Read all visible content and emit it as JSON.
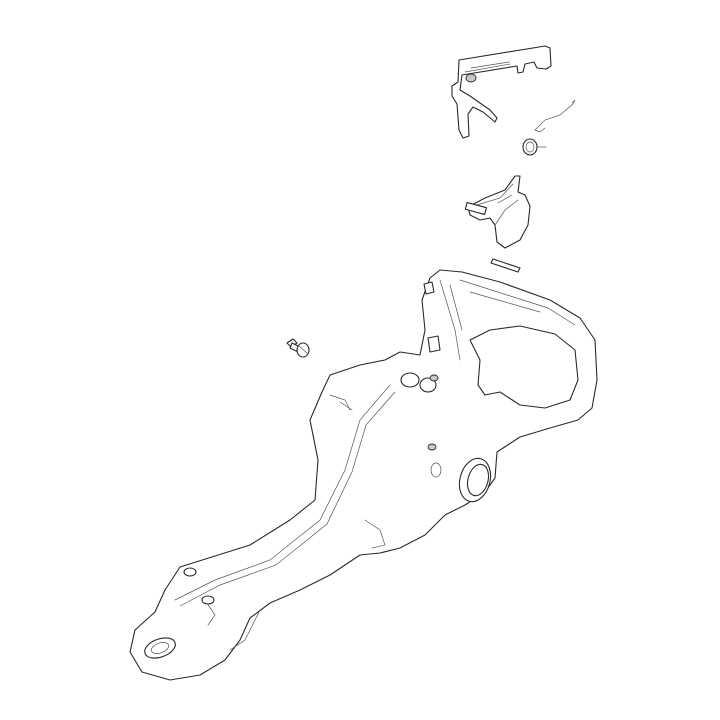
{
  "colors": {
    "background": "#ffffff",
    "line": "#2a2a2a"
  },
  "parts": [
    {
      "id": "throttle-lockout-lever"
    },
    {
      "id": "torsion-spring"
    },
    {
      "id": "throttle-trigger"
    },
    {
      "id": "pin"
    },
    {
      "id": "screw"
    },
    {
      "id": "rear-handle-housing"
    }
  ]
}
